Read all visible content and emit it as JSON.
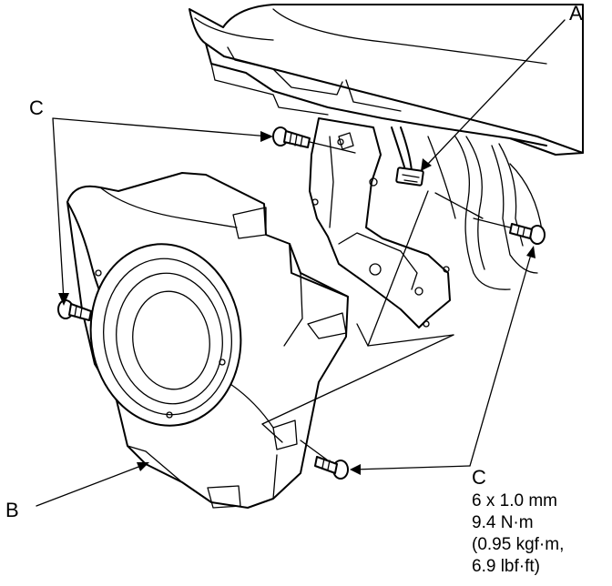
{
  "callouts": {
    "a": "A",
    "b": "B",
    "c_top": "C",
    "c_bottom": "C"
  },
  "spec": {
    "size": "6 x 1.0 mm",
    "torque_nm": "9.4 N·m",
    "torque_kgfm": "(0.95 kgf·m,",
    "torque_lbfft": "6.9 lbf·ft)"
  },
  "colors": {
    "line": "#000000",
    "background": "#ffffff"
  }
}
